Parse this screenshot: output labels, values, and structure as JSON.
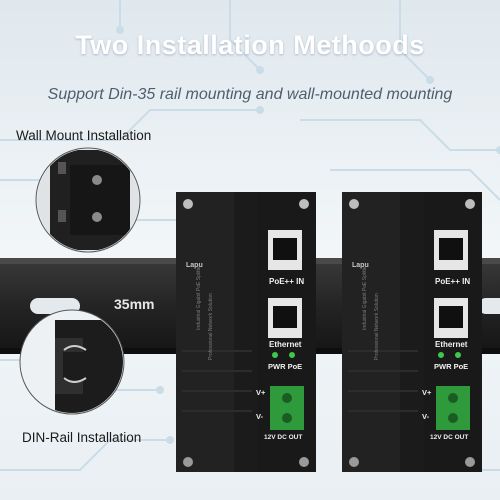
{
  "heading": {
    "title": "Two Installation Methoods",
    "subtitle": "Support Din-35 rail mounting and wall-mounted mounting"
  },
  "captions": {
    "wall_mount": "Wall Mount Installation",
    "din_rail": "DIN-Rail Installation"
  },
  "rail": {
    "width_label": "35mm"
  },
  "device": {
    "port_in": "PoE++ IN",
    "port_ethernet": "Ethernet",
    "indicators": "PWR PoE",
    "dc_out": "12V DC OUT",
    "terminal_pos": "V+",
    "terminal_neg": "V-",
    "brand_text": "Lapu",
    "product_text": "Industrial Gigabit PoE Splitter",
    "sub_text": "Professional Network Solution"
  },
  "colors": {
    "background": "#eef3f6",
    "circuit": "#cfe0ea",
    "rail": "#2b2b2b",
    "device_body": "#1b1b1b",
    "terminal": "#2e9a3c",
    "led": "#3cc94b"
  }
}
